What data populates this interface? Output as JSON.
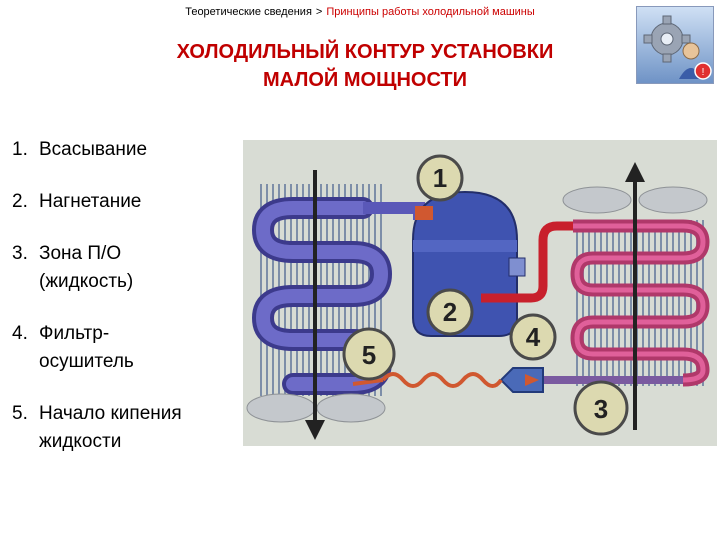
{
  "breadcrumb": {
    "parent": "Теоретические сведения",
    "separator": ">",
    "current": "Принципы работы холодильной машины"
  },
  "title": {
    "line1": "ХОЛОДИЛЬНЫЙ КОНТУР УСТАНОВКИ",
    "line2": "МАЛОЙ МОЩНОСТИ"
  },
  "help_icon": "gear-person-help-icon",
  "steps": [
    {
      "num": "1.",
      "line1": "Всасывание",
      "line2": ""
    },
    {
      "num": "2.",
      "line1": "Нагнетание",
      "line2": ""
    },
    {
      "num": "3.",
      "line1": "Зона П/О",
      "line2": "(жидкость)"
    },
    {
      "num": "4.",
      "line1": "Фильтр-",
      "line2": "осушитель"
    },
    {
      "num": "5.",
      "line1": "Начало кипения",
      "line2": "жидкости"
    }
  ],
  "diagram": {
    "markers": [
      "1",
      "2",
      "3",
      "4",
      "5"
    ],
    "colors": {
      "background": "#d8dcd4",
      "suction_line": "#5a58b8",
      "discharge_line": "#c8202c",
      "liquid_line": "#b0386a",
      "compressor": "#3f53b0",
      "fins": "#7d8ea8",
      "marker_fill": "#dcd9b0"
    }
  }
}
